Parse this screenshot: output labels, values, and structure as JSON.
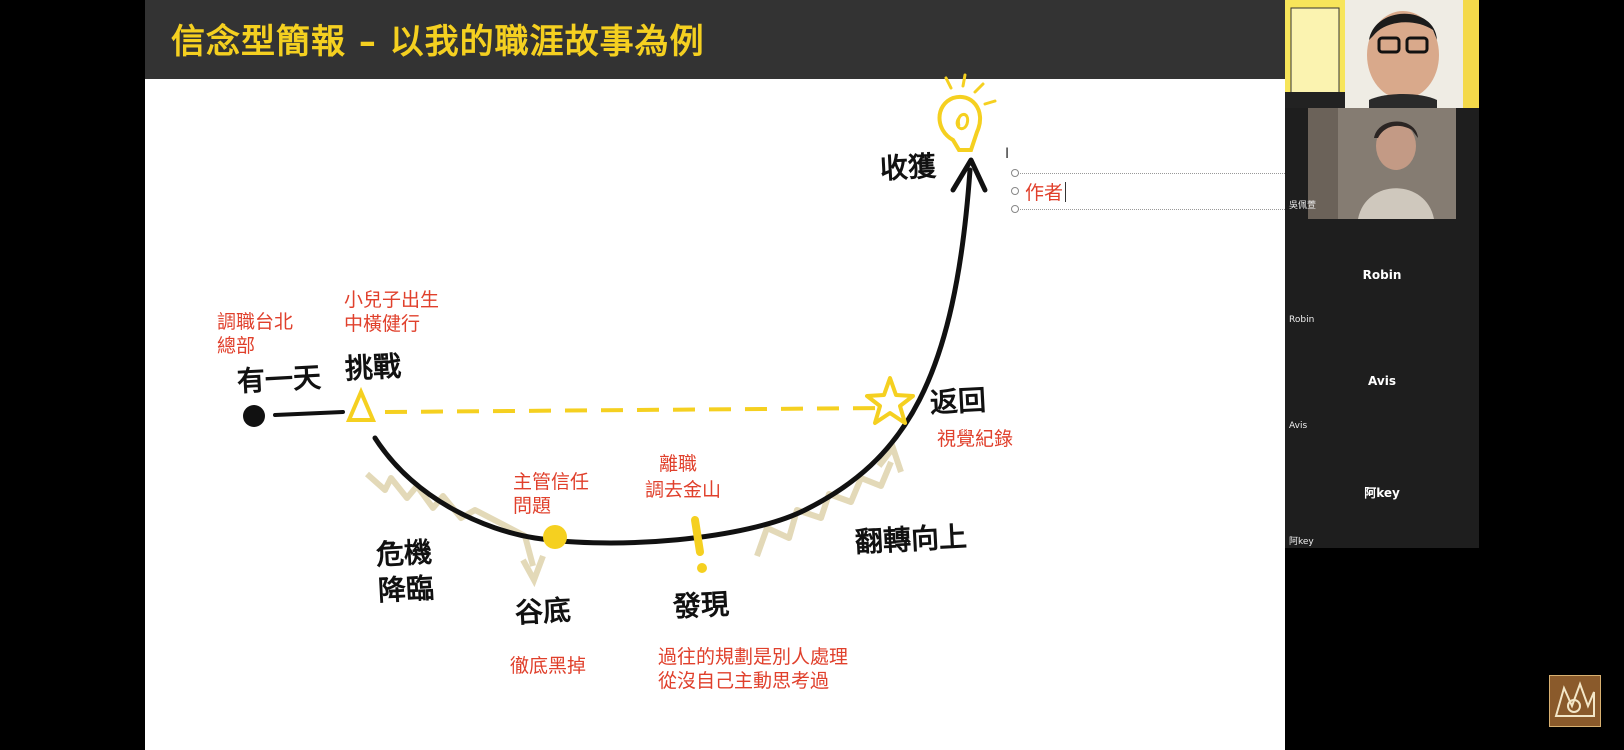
{
  "slide": {
    "title": "信念型簡報 – 以我的職涯故事為例",
    "labels": {
      "transfer": [
        "調職台北",
        "總部"
      ],
      "child": [
        "小兒子出生",
        "中橫健行"
      ],
      "trust": [
        "主管信任",
        "問題"
      ],
      "resign": [
        "離職",
        "調去金山"
      ],
      "return_sub": "視覺紀錄",
      "blackout": "徹底黑掉",
      "plans": [
        "過往的規劃是別人處理",
        "從沒自己主動思考過"
      ]
    },
    "hand": {
      "one_day": "有一天",
      "challenge": "挑戰",
      "crisis": [
        "危機",
        "降臨"
      ],
      "bottom": "谷底",
      "discover": "發現",
      "turn_up": "翻轉向上",
      "return": "返回",
      "gain": "收獲"
    },
    "colors": {
      "accent_yellow": "#f5d020",
      "red_text": "#e0402c",
      "curve": "#111111",
      "zigzag": "#e3d9b8"
    },
    "author_textbox": "作者"
  },
  "participants": {
    "tiles": [
      {
        "name": "吳佩萱"
      },
      {
        "name": "Robin",
        "small": "Robin"
      },
      {
        "name": "Avis",
        "small": "Avis"
      },
      {
        "name": "阿key",
        "small": "阿key"
      }
    ]
  }
}
